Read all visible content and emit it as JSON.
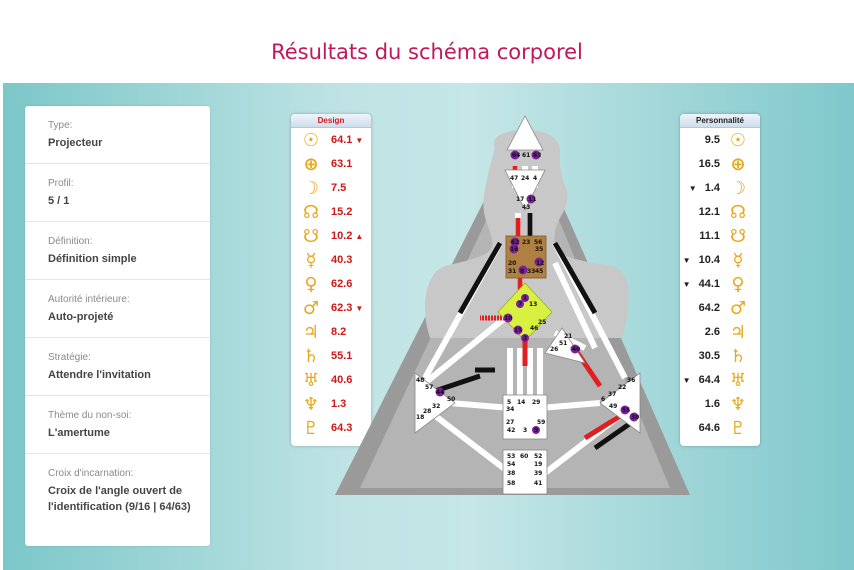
{
  "page": {
    "title": "Résultats du schéma corporel"
  },
  "info": [
    {
      "label": "Type:",
      "value": "Projecteur"
    },
    {
      "label": "Profil:",
      "value": "5 / 1"
    },
    {
      "label": "Définition:",
      "value": "Définition simple"
    },
    {
      "label": "Autorité intérieure:",
      "value": "Auto-projeté"
    },
    {
      "label": "Stratégie:",
      "value": "Attendre l'invitation"
    },
    {
      "label": "Thème du non-soi:",
      "value": "L'amertume"
    },
    {
      "label": "Croix d'incarnation:",
      "value": "Croix de l'angle ouvert de l'identification (9/16 | 64/63)"
    }
  ],
  "design": {
    "title": "Design",
    "rows": [
      {
        "glyph": "☉",
        "icon": "sun-icon",
        "value": "64.1",
        "arrow": "▼"
      },
      {
        "glyph": "⊕",
        "icon": "earth-icon",
        "value": "63.1",
        "arrow": ""
      },
      {
        "glyph": "☽",
        "icon": "moon-icon",
        "value": "7.5",
        "arrow": ""
      },
      {
        "glyph": "☊",
        "icon": "north-node-icon",
        "value": "15.2",
        "arrow": ""
      },
      {
        "glyph": "☋",
        "icon": "south-node-icon",
        "value": "10.2",
        "arrow": "▲"
      },
      {
        "glyph": "☿",
        "icon": "mercury-icon",
        "value": "40.3",
        "arrow": ""
      },
      {
        "glyph": "♀",
        "icon": "venus-icon",
        "value": "62.6",
        "arrow": ""
      },
      {
        "glyph": "♂",
        "icon": "mars-icon",
        "value": "62.3",
        "arrow": "▼"
      },
      {
        "glyph": "♃",
        "icon": "jupiter-icon",
        "value": "8.2",
        "arrow": ""
      },
      {
        "glyph": "♄",
        "icon": "saturn-icon",
        "value": "55.1",
        "arrow": ""
      },
      {
        "glyph": "♅",
        "icon": "uranus-icon",
        "value": "40.6",
        "arrow": ""
      },
      {
        "glyph": "♆",
        "icon": "neptune-icon",
        "value": "1.3",
        "arrow": ""
      },
      {
        "glyph": "♇",
        "icon": "pluto-icon",
        "value": "64.3",
        "arrow": ""
      }
    ]
  },
  "personality": {
    "title": "Personnalité",
    "rows": [
      {
        "glyph": "☉",
        "icon": "sun-icon",
        "value": "9.5",
        "arrow": ""
      },
      {
        "glyph": "⊕",
        "icon": "earth-icon",
        "value": "16.5",
        "arrow": ""
      },
      {
        "glyph": "☽",
        "icon": "moon-icon",
        "value": "1.4",
        "arrow": "▼"
      },
      {
        "glyph": "☊",
        "icon": "north-node-icon",
        "value": "12.1",
        "arrow": ""
      },
      {
        "glyph": "☋",
        "icon": "south-node-icon",
        "value": "11.1",
        "arrow": ""
      },
      {
        "glyph": "☿",
        "icon": "mercury-icon",
        "value": "10.4",
        "arrow": "▼"
      },
      {
        "glyph": "♀",
        "icon": "venus-icon",
        "value": "44.1",
        "arrow": "▼"
      },
      {
        "glyph": "♂",
        "icon": "mars-icon",
        "value": "64.2",
        "arrow": ""
      },
      {
        "glyph": "♃",
        "icon": "jupiter-icon",
        "value": "2.6",
        "arrow": ""
      },
      {
        "glyph": "♄",
        "icon": "saturn-icon",
        "value": "30.5",
        "arrow": ""
      },
      {
        "glyph": "♅",
        "icon": "uranus-icon",
        "value": "64.4",
        "arrow": "▼"
      },
      {
        "glyph": "♆",
        "icon": "neptune-icon",
        "value": "1.6",
        "arrow": ""
      },
      {
        "glyph": "♇",
        "icon": "pluto-icon",
        "value": "64.6",
        "arrow": ""
      }
    ]
  },
  "bodygraph": {
    "colors": {
      "design": "#e02020",
      "personality": "#111111",
      "sacral_defined": "#d8f040",
      "throat_defined": "#b08040",
      "gate_badge": "#7a1fa0"
    },
    "gates": {
      "head": [
        "64",
        "61",
        "63"
      ],
      "ajna": [
        "47",
        "24",
        "4",
        "17",
        "11",
        "43"
      ],
      "throat": [
        "62",
        "23",
        "56",
        "16",
        "35",
        "20",
        "12",
        "31",
        "8",
        "33",
        "45"
      ],
      "g": [
        "1",
        "10",
        "7",
        "13",
        "15",
        "25",
        "46",
        "2"
      ],
      "ego": [
        "21",
        "51",
        "26",
        "40"
      ],
      "spleen": [
        "48",
        "57",
        "44",
        "50",
        "32",
        "28",
        "18"
      ],
      "solar_plexus": [
        "36",
        "22",
        "37",
        "6",
        "49",
        "55",
        "30"
      ],
      "sacral": [
        "5",
        "14",
        "29",
        "34",
        "27",
        "59",
        "42",
        "3",
        "9"
      ],
      "root": [
        "53",
        "60",
        "52",
        "54",
        "19",
        "38",
        "39",
        "58",
        "41"
      ]
    }
  }
}
